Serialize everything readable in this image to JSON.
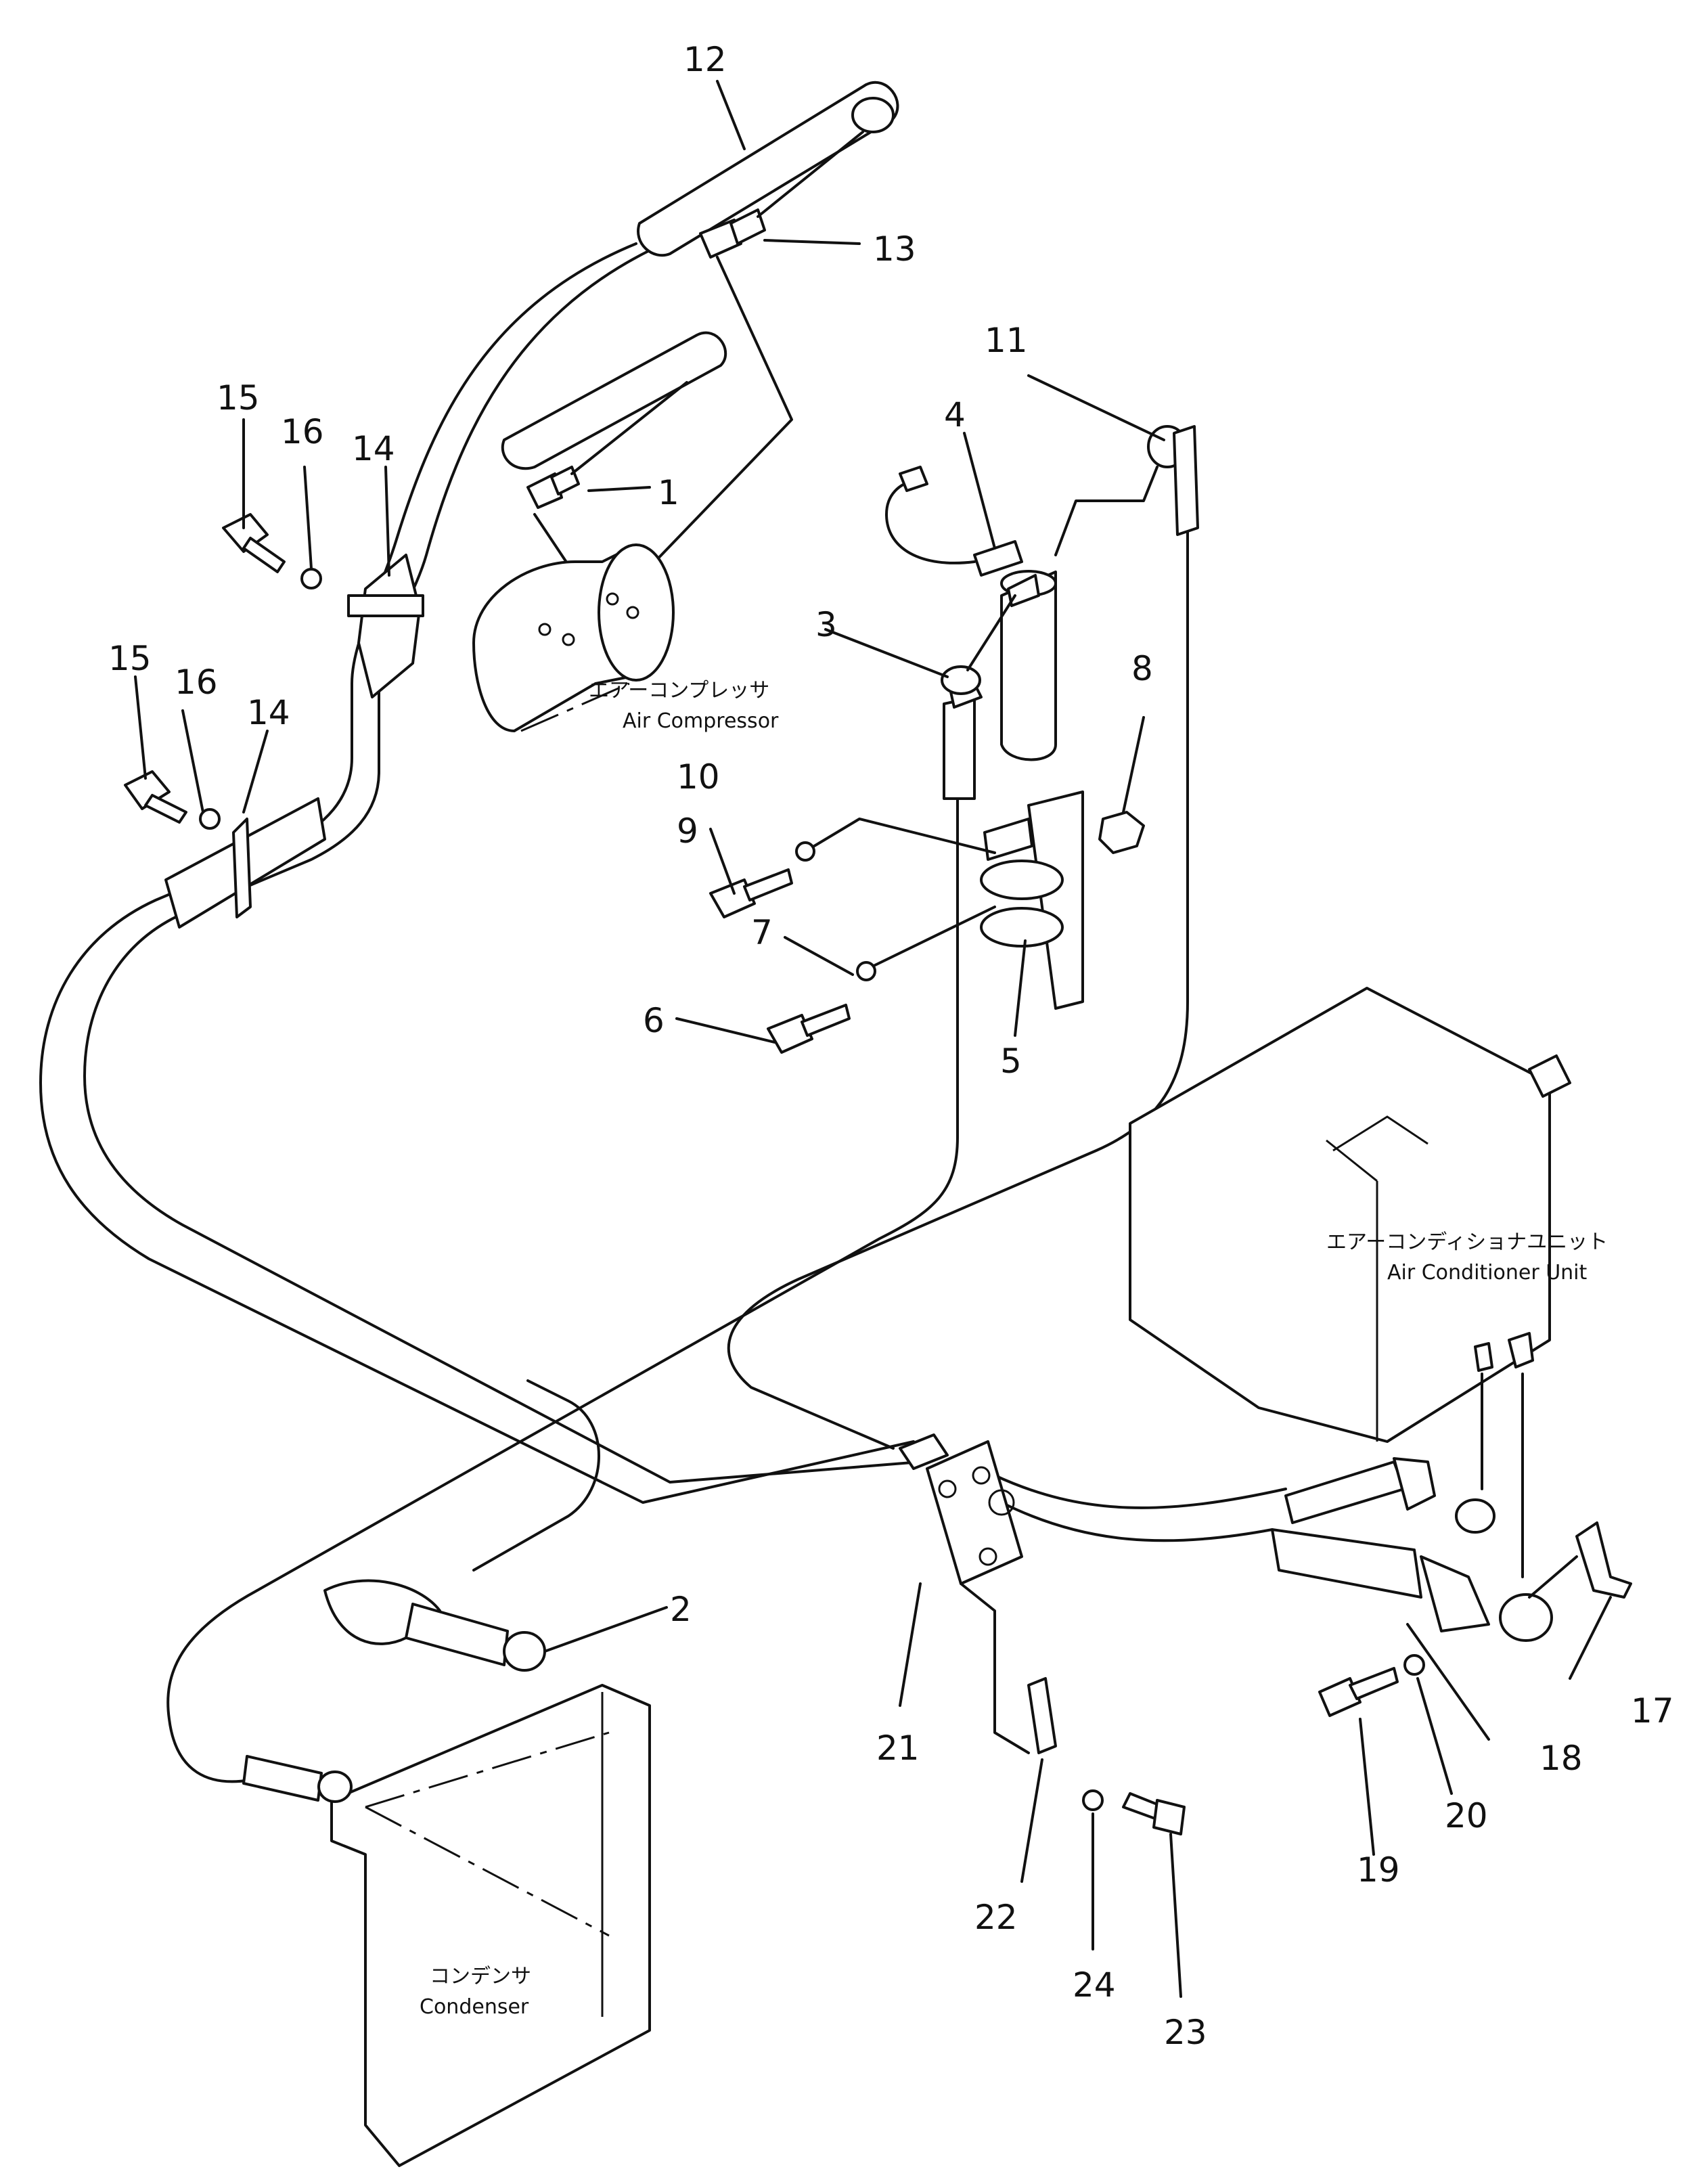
{
  "callouts": [
    {
      "n": "1"
    },
    {
      "n": "2"
    },
    {
      "n": "3"
    },
    {
      "n": "4"
    },
    {
      "n": "5"
    },
    {
      "n": "6"
    },
    {
      "n": "7"
    },
    {
      "n": "8"
    },
    {
      "n": "9"
    },
    {
      "n": "10"
    },
    {
      "n": "11"
    },
    {
      "n": "12"
    },
    {
      "n": "13"
    },
    {
      "n": "14"
    },
    {
      "n": "14"
    },
    {
      "n": "15"
    },
    {
      "n": "15"
    },
    {
      "n": "16"
    },
    {
      "n": "16"
    },
    {
      "n": "17"
    },
    {
      "n": "18"
    },
    {
      "n": "19"
    },
    {
      "n": "20"
    },
    {
      "n": "21"
    },
    {
      "n": "22"
    },
    {
      "n": "23"
    },
    {
      "n": "24"
    }
  ],
  "components": {
    "compressor": {
      "jp": "エアーコンプレッサ",
      "en": "Air Compressor"
    },
    "ac_unit": {
      "jp": "エアーコンディショナユニット",
      "en": "Air Conditioner Unit"
    },
    "condenser": {
      "jp": "コンデンサ",
      "en": "Condenser"
    }
  }
}
